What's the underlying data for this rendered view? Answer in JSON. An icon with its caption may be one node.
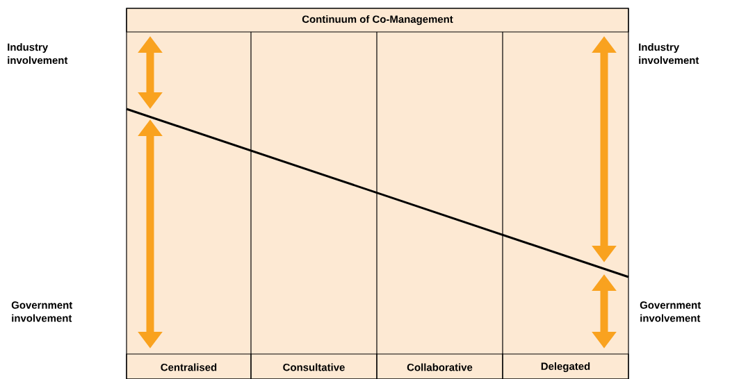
{
  "diagram": {
    "title": "Continuum of Co-Management",
    "labels": [
      "Industry involvement",
      "Industry involvement",
      "Government involvement",
      "Government involvement",
      "Centralised",
      "Consultative",
      "Collaborative",
      "Delegated"
    ]
  }
}
